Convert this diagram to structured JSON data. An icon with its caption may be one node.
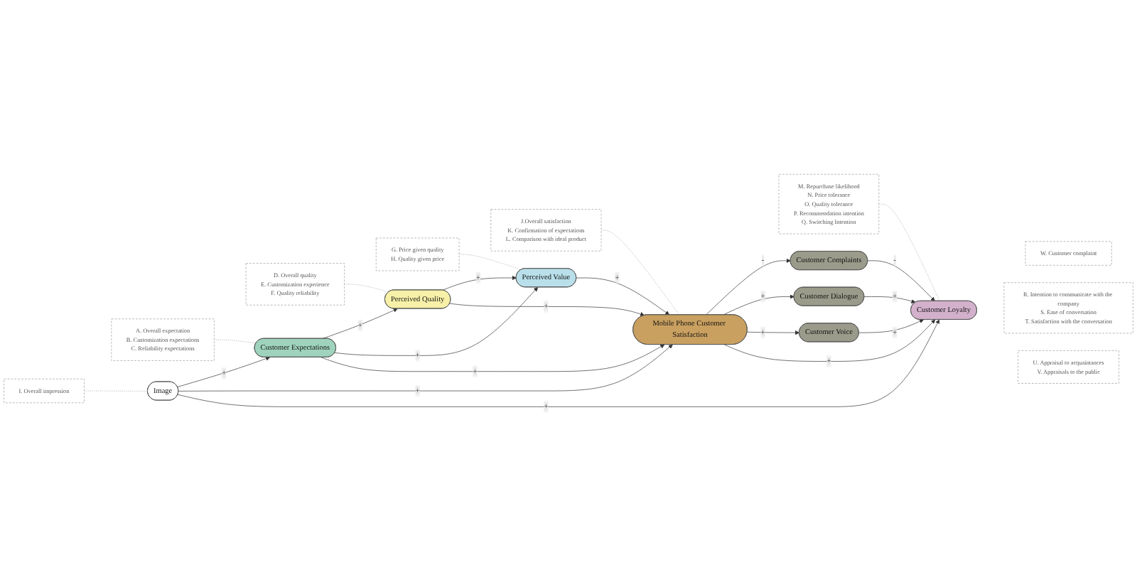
{
  "diagram": {
    "nodes": [
      {
        "text": [
          "Customer Expectations"
        ]
      },
      {
        "text": [
          "A. Overall expectation",
          "B. Customization expectations",
          "C. Reliability expectations"
        ]
      },
      {
        "text": [
          "D. Overall quality",
          "E. Customization experience",
          "F. Quality reliability"
        ]
      },
      {
        "text": [
          "Perceived Quality"
        ]
      },
      {
        "text": [
          "J.Overall satisfaction",
          "K. Confirmation of expectations",
          "L. Comparison with ideal product"
        ]
      },
      {
        "text": [
          "Mobile Phone Customer Satisfaction"
        ]
      },
      {
        "text": [
          "Customer Complaints"
        ]
      },
      {
        "text": [
          "W. Customer complaint"
        ]
      },
      {
        "text": [
          "Customer Dialogue"
        ]
      },
      {
        "text": [
          "R. Intention to communicate with the company",
          "S. Ease of conversation",
          "T. Satisfaction with the conversation"
        ]
      },
      {
        "text": [
          "Perceived Value"
        ]
      },
      {
        "text": [
          "Image"
        ]
      },
      {
        "text": [
          "Customer Voice"
        ]
      },
      {
        "text": [
          "U. Appraisal to acquaintances",
          "V. Appraisals to the public"
        ]
      },
      {
        "text": [
          "G. Price given quality",
          "H. Quality given price"
        ]
      },
      {
        "text": [
          "Customer Loyalty"
        ]
      },
      {
        "text": [
          "I. Overall impression"
        ]
      },
      {
        "text": [
          "M. Repurchase likelihood",
          "N. Price tolerance",
          "O. Quality tolerance",
          "P.  Recommendation intention",
          "Q. Switching Intention"
        ]
      }
    ],
    "edges": [
      {
        "from": 11,
        "to": 0,
        "arrow": "to",
        "label": "+"
      },
      {
        "from": 0,
        "to": 3,
        "arrow": "to",
        "label": "+"
      },
      {
        "from": 0,
        "to": 10,
        "arrow": "to",
        "label": "+"
      },
      {
        "from": 0,
        "to": 5,
        "arrow": "to",
        "label": "+"
      },
      {
        "from": 3,
        "to": 10,
        "arrow": "to",
        "label": "+"
      },
      {
        "from": 3,
        "to": 5,
        "arrow": "to",
        "label": "+"
      },
      {
        "from": 10,
        "to": 5,
        "arrow": "to",
        "label": "+"
      },
      {
        "from": 11,
        "to": 5,
        "arrow": "to",
        "label": "+"
      },
      {
        "from": 11,
        "to": 15,
        "arrow": "to",
        "label": "+"
      },
      {
        "from": 5,
        "to": 6,
        "arrow": "to",
        "label": "-"
      },
      {
        "from": 5,
        "to": 8,
        "arrow": "to",
        "label": "+"
      },
      {
        "from": 5,
        "to": 12,
        "arrow": "to",
        "label": "+"
      },
      {
        "from": 5,
        "to": 15,
        "arrow": "to",
        "label": "+"
      },
      {
        "from": 6,
        "to": 15,
        "arrow": "to",
        "label": "-"
      },
      {
        "from": 8,
        "to": 15,
        "arrow": "to",
        "label": "+"
      },
      {
        "from": 12,
        "to": 15,
        "arrow": "to",
        "label": "+"
      },
      {
        "from": 1,
        "to": 0,
        "arrow": "none",
        "style": "dashed",
        "color": "#aaaaaa"
      },
      {
        "from": 2,
        "to": 3,
        "arrow": "none",
        "style": "dashed",
        "color": "#aaaaaa"
      },
      {
        "from": 4,
        "to": 5,
        "arrow": "none",
        "style": "dashed",
        "color": "#aaaaaa"
      },
      {
        "from": 14,
        "to": 10,
        "arrow": "none",
        "style": "dashed",
        "color": "#aaaaaa"
      },
      {
        "from": 16,
        "to": 11,
        "arrow": "none",
        "style": "dashed",
        "color": "#aaaaaa"
      },
      {
        "from": 17,
        "to": 15,
        "arrow": "none",
        "style": "dashed",
        "color": "#aaaaaa"
      }
    ]
  }
}
